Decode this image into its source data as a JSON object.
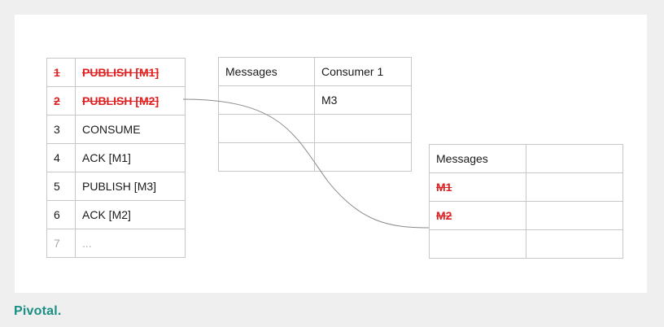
{
  "log_table": {
    "rows": [
      {
        "num": "1",
        "text": "PUBLISH [M1]"
      },
      {
        "num": "2",
        "text": "PUBLISH [M2]"
      },
      {
        "num": "3",
        "text": "CONSUME"
      },
      {
        "num": "4",
        "text": "ACK [M1]"
      },
      {
        "num": "5",
        "text": "PUBLISH [M3]"
      },
      {
        "num": "6",
        "text": "ACK [M2]"
      },
      {
        "num": "7",
        "text": "..."
      }
    ]
  },
  "queue_table": {
    "headers": [
      "Messages",
      "Consumer 1"
    ],
    "rows": [
      [
        "",
        "M3"
      ],
      [
        "",
        ""
      ],
      [
        "",
        ""
      ]
    ]
  },
  "archive_table": {
    "headers": [
      "Messages",
      ""
    ],
    "rows": [
      [
        "M1",
        ""
      ],
      [
        "M2",
        ""
      ],
      [
        "",
        ""
      ]
    ]
  },
  "colors": {
    "strike": "#e02020",
    "border": "#c7c7c7",
    "connector": "#8a8a8a",
    "brand": "#1a8f84"
  },
  "footer": {
    "logo_text": "Pivotal"
  }
}
